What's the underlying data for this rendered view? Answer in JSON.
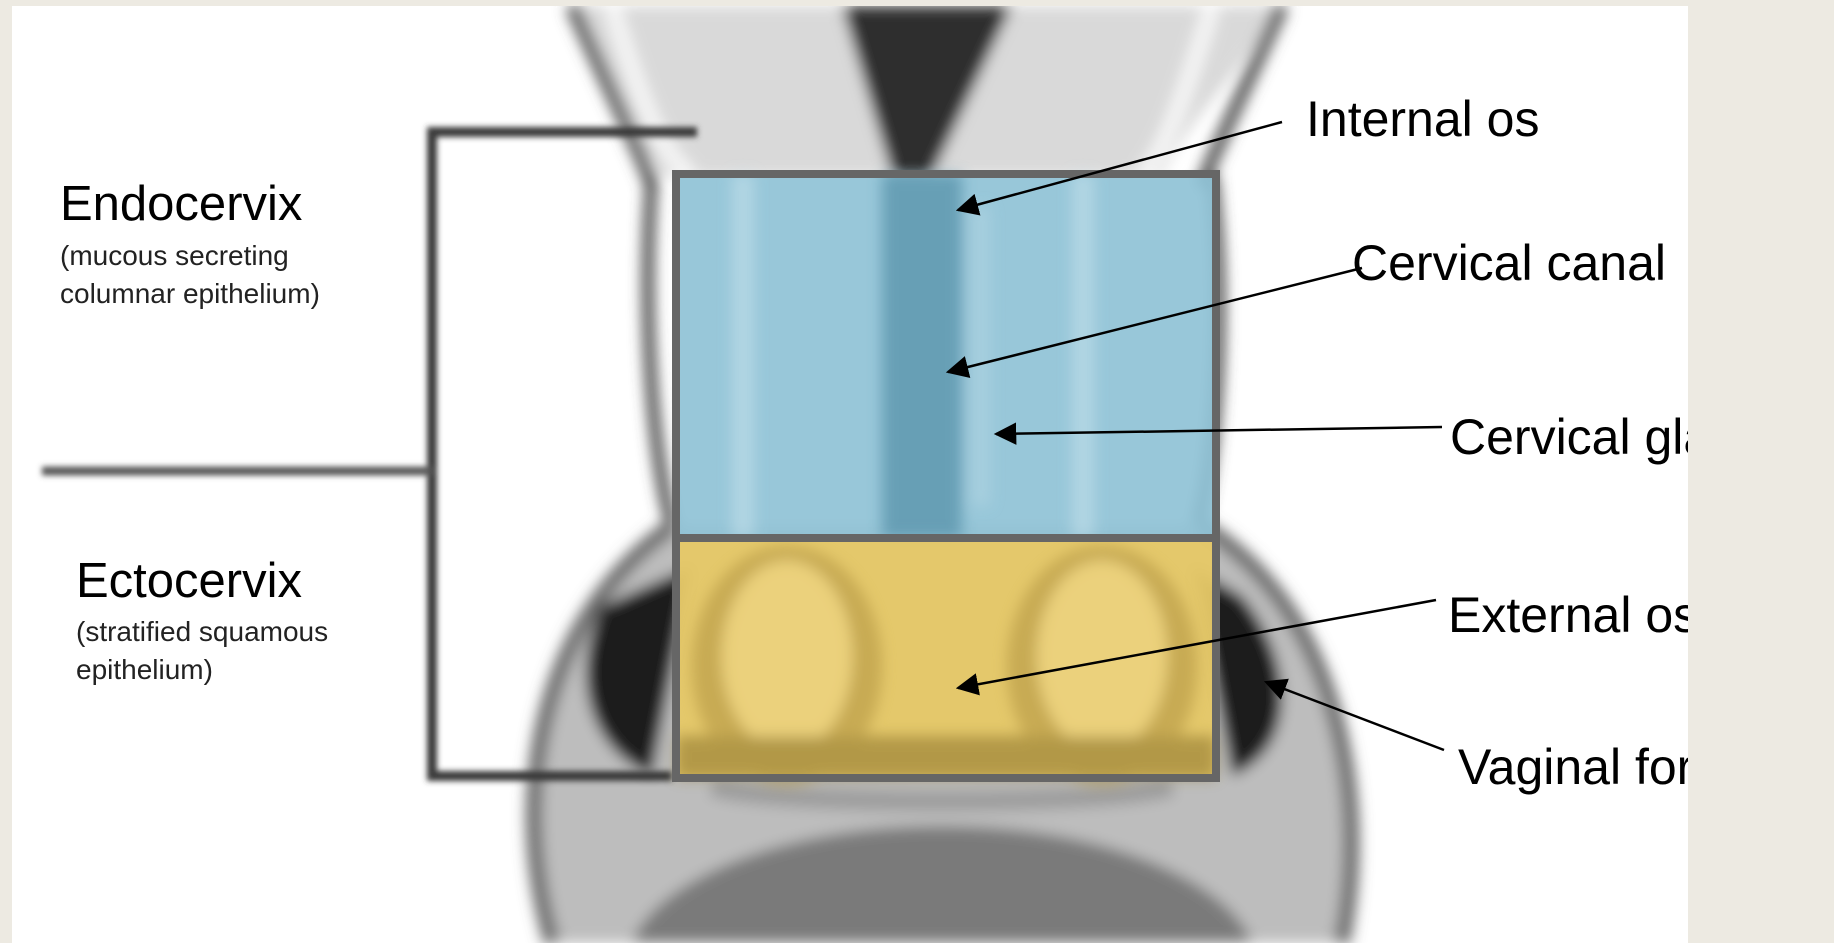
{
  "regions": {
    "endocervix": {
      "title": "Endocervix",
      "subtitle_line1": "(mucous secreting",
      "subtitle_line2": "columnar epithelium)",
      "color": "#8fc2d6"
    },
    "ectocervix": {
      "title": "Ectocervix",
      "subtitle_line1": "(stratified squamous",
      "subtitle_line2": "epithelium)",
      "color": "#e6c866"
    }
  },
  "labels": {
    "internal_os": "Internal os",
    "cervical_canal": "Cervical canal",
    "cervical_glands": "Cervical glands",
    "external_os": "External os",
    "vaginal_fornices": "Vaginal fornices"
  },
  "colors": {
    "slide_bg": "#ffffff",
    "outer_bg": "#edeae2",
    "box_border": "#666666",
    "text": "#000000"
  }
}
